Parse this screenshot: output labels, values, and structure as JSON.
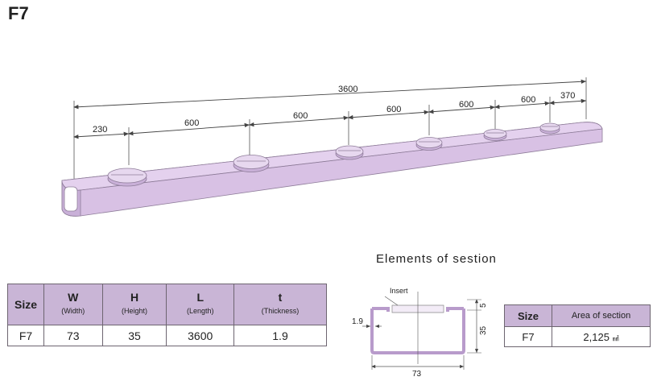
{
  "title": "F7",
  "drawing": {
    "total_length": "3600",
    "segments": [
      "230",
      "600",
      "600",
      "600",
      "600",
      "600",
      "370"
    ],
    "body_color": "#d8c1e4",
    "edge_color": "#8f7d9a"
  },
  "section": {
    "title": "Elements of sestion",
    "insert_label": "Insert",
    "thickness": "1.9",
    "lip": "5",
    "height": "35",
    "width": "73"
  },
  "spec_table": {
    "headers": [
      {
        "main": "Size",
        "sub": ""
      },
      {
        "main": "W",
        "sub": "(Width)"
      },
      {
        "main": "H",
        "sub": "(Height)"
      },
      {
        "main": "L",
        "sub": "(Length)"
      },
      {
        "main": "t",
        "sub": "(Thickness)"
      }
    ],
    "row": [
      "F7",
      "73",
      "35",
      "3600",
      "1.9"
    ]
  },
  "area_table": {
    "headers": [
      "Size",
      "Area of section"
    ],
    "row": [
      "F7",
      "2,125",
      "㎟"
    ]
  },
  "colors": {
    "header_bg": "#c9b5d6",
    "border": "#6d6570"
  }
}
